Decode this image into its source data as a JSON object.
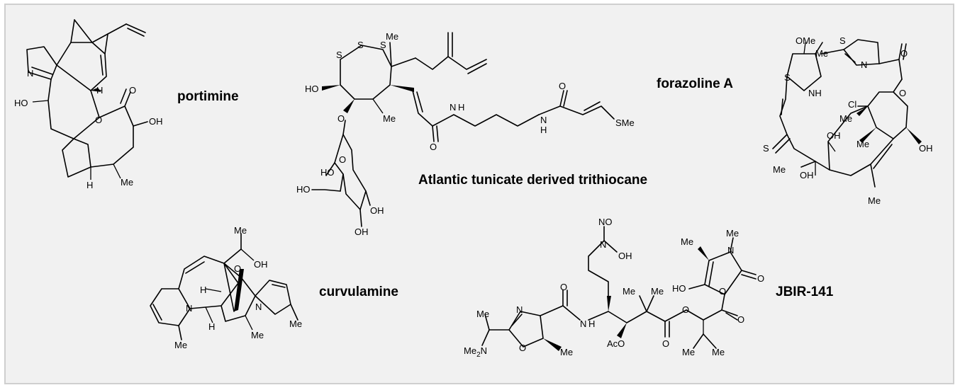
{
  "compounds": [
    {
      "name": "portimine",
      "atoms": [
        "N",
        "HO",
        "O",
        "O",
        "OH",
        "H",
        "H",
        "Me"
      ]
    },
    {
      "name": "Atlantic tunicate derived trithiocane",
      "atoms": [
        "S",
        "S",
        "S",
        "Me",
        "HO",
        "Me",
        "O",
        "N",
        "H",
        "O",
        "N",
        "H",
        "O",
        "SMe",
        "O",
        "HO",
        "HO",
        "OH",
        "OH"
      ]
    },
    {
      "name": "forazoline A",
      "atoms": [
        "OMe",
        "Me",
        "S",
        "N",
        "O",
        "S",
        "NH",
        "O",
        "Cl",
        "Me",
        "S",
        "Me",
        "OH",
        "OH",
        "Me",
        "OH",
        "Me"
      ]
    },
    {
      "name": "curvulamine",
      "atoms": [
        "Me",
        "OH",
        "O",
        "H",
        "N",
        "N",
        "H",
        "Me",
        "Me",
        "Me"
      ]
    },
    {
      "name": "JBIR-141",
      "atoms": [
        "NO",
        "N",
        "OH",
        "Me",
        "N",
        "O",
        "HO",
        "O",
        "Me",
        "Me",
        "Me",
        "N",
        "O",
        "N",
        "H",
        "Me",
        "Me",
        "O",
        "O",
        "AcO",
        "O",
        "O",
        "Me",
        "Me"
      ]
    }
  ],
  "subscripts": {
    "me2n": "Me",
    "me2n_sub": "2",
    "me2n_tail": "N"
  }
}
